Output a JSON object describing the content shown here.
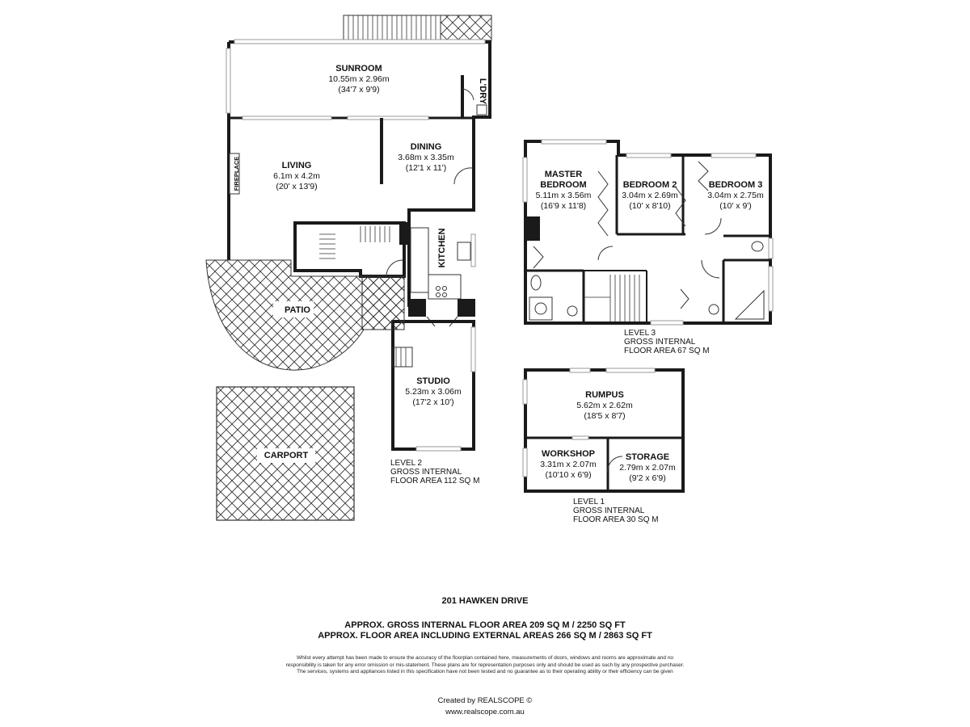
{
  "rooms": {
    "sunroom": {
      "name": "SUNROOM",
      "metric": "10.55m x 2.96m",
      "imperial": "(34'7 x 9'9)"
    },
    "laundry": {
      "name": "L'DRY"
    },
    "dining": {
      "name": "DINING",
      "metric": "3.68m x 3.35m",
      "imperial": "(12'1 x 11')"
    },
    "living": {
      "name": "LIVING",
      "metric": "6.1m x 4.2m",
      "imperial": "(20' x 13'9)"
    },
    "fireplace": {
      "name": "FIREPLACE"
    },
    "kitchen": {
      "name": "KITCHEN"
    },
    "patio": {
      "name": "PATIO"
    },
    "studio": {
      "name": "STUDIO",
      "metric": "5.23m x 3.06m",
      "imperial": "(17'2 x 10')"
    },
    "carport": {
      "name": "CARPORT"
    },
    "master_bedroom": {
      "name_line1": "MASTER",
      "name_line2": "BEDROOM",
      "metric": "5.11m x 3.56m",
      "imperial": "(16'9 x 11'8)"
    },
    "bedroom2": {
      "name": "BEDROOM 2",
      "metric": "3.04m x 2.69m",
      "imperial": "(10' x 8'10)"
    },
    "bedroom3": {
      "name": "BEDROOM 3",
      "metric": "3.04m x 2.75m",
      "imperial": "(10' x 9')"
    },
    "rumpus": {
      "name": "RUMPUS",
      "metric": "5.62m x 2.62m",
      "imperial": "(18'5 x 8'7)"
    },
    "workshop": {
      "name": "WORKSHOP",
      "metric": "3.31m x 2.07m",
      "imperial": "(10'10 x 6'9)"
    },
    "storage": {
      "name": "STORAGE",
      "metric": "2.79m x 2.07m",
      "imperial": "(9'2 x 6'9)"
    }
  },
  "levels": {
    "level3": {
      "line1": "LEVEL 3",
      "line2": "GROSS INTERNAL",
      "line3": "FLOOR AREA 67 SQ M"
    },
    "level2": {
      "line1": "LEVEL 2",
      "line2": "GROSS INTERNAL",
      "line3": "FLOOR AREA 112 SQ M"
    },
    "level1": {
      "line1": "LEVEL 1",
      "line2": "GROSS INTERNAL",
      "line3": "FLOOR AREA 30 SQ M"
    }
  },
  "footer": {
    "address": "201 HAWKEN DRIVE",
    "area_internal": "APPROX. GROSS INTERNAL FLOOR AREA 209 SQ M / 2250 SQ FT",
    "area_total": "APPROX. FLOOR AREA INCLUDING EXTERNAL AREAS 266 SQ M / 2863 SQ FT",
    "disclaimer": "Whilst every attempt has been made to ensure the accuracy of the floorplan contained here, measurements of doors, windows and rooms are approximate and no responsibility is taken for any error omission or mis-statement. These plans are for representation purposes only and should be used as such by any prospective purchaser. The services, systems and appliances listed in this specification have not been tested and no guarantee as to their operating ability or their efficiency can be given",
    "credit": "Created by REALSCOPE ©",
    "website": "www.realscope.com.au"
  }
}
